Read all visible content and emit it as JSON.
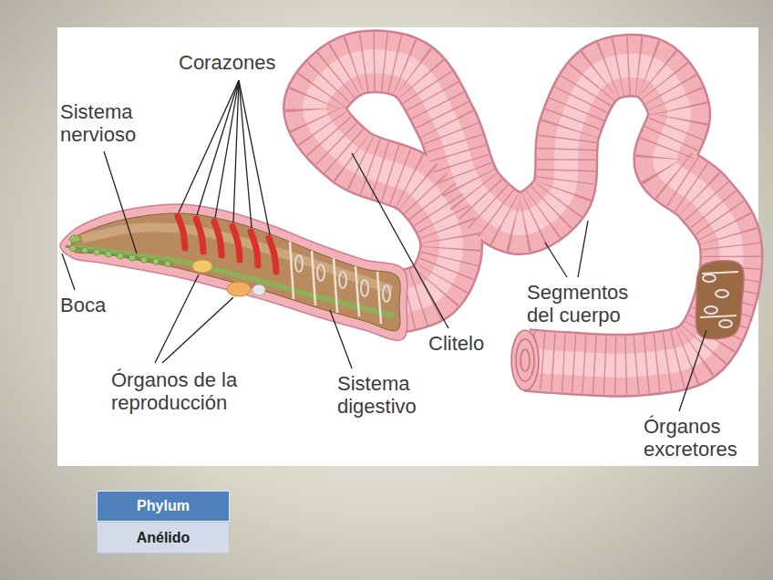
{
  "diagram": {
    "nodes": [
      {
        "text": [
          "Phylum"
        ]
      },
      {
        "text": [
          "Anélido"
        ]
      }
    ],
    "labels": [
      "Corazones",
      "Sistema nervioso",
      "Boca",
      "Órganos de la reproducción",
      "Sistema digestivo",
      "Clitelo",
      "Segmentos del cuerpo",
      "Órganos excretores"
    ]
  }
}
